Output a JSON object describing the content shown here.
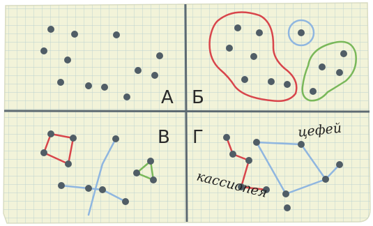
{
  "quadrants": [
    {
      "id": "A",
      "label": "А"
    },
    {
      "id": "B",
      "label": "Б"
    },
    {
      "id": "V",
      "label": "В"
    },
    {
      "id": "G",
      "label": "Г"
    }
  ],
  "constellations": {
    "cepheus": "цефей",
    "cassiopeia": "кассиопея"
  },
  "colors": {
    "paper": "#f2f3d9",
    "grid": "#b9d0cf",
    "divider": "#5d6a72",
    "dot": "#505d66",
    "red": "#d8454b",
    "blue": "#8fb6e0",
    "green": "#79b85a",
    "text": "#2a2a2a"
  }
}
